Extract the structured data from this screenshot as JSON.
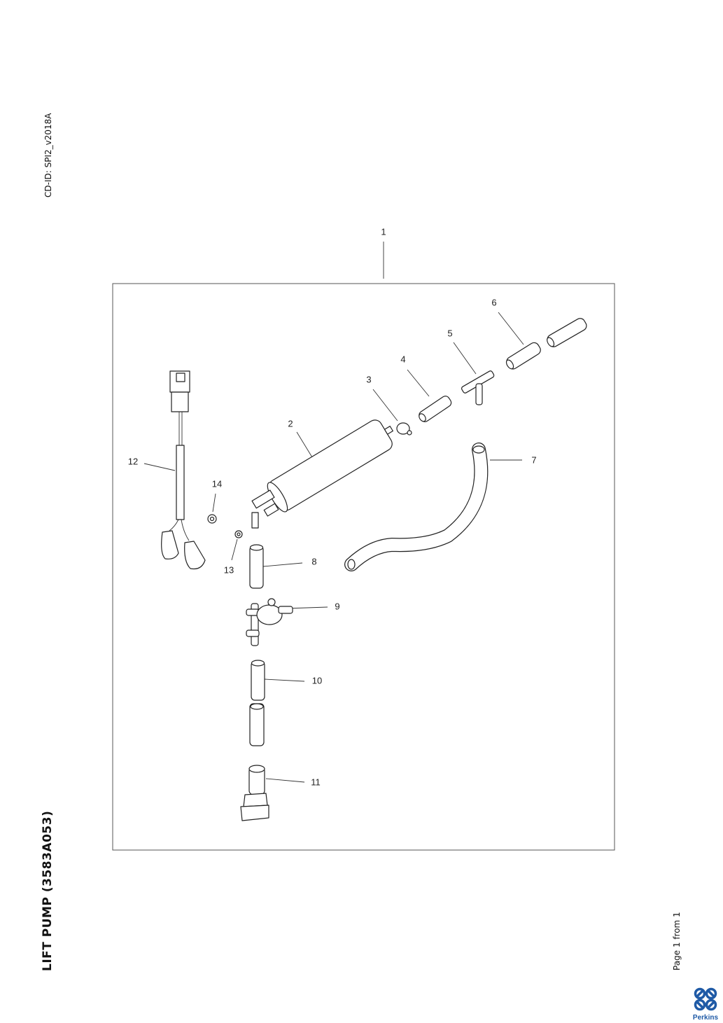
{
  "header": {
    "cd_id": "CD-ID: SPI2_v2018A"
  },
  "document": {
    "title": "LIFT PUMP (3583A053)"
  },
  "footer": {
    "page": "Page 1 from 1",
    "logo_text": "Perkins",
    "logo_color": "#1f5aa6"
  },
  "diagram": {
    "callouts": [
      "1",
      "2",
      "3",
      "4",
      "5",
      "6",
      "7",
      "8",
      "9",
      "10",
      "11",
      "12",
      "13",
      "14"
    ]
  }
}
